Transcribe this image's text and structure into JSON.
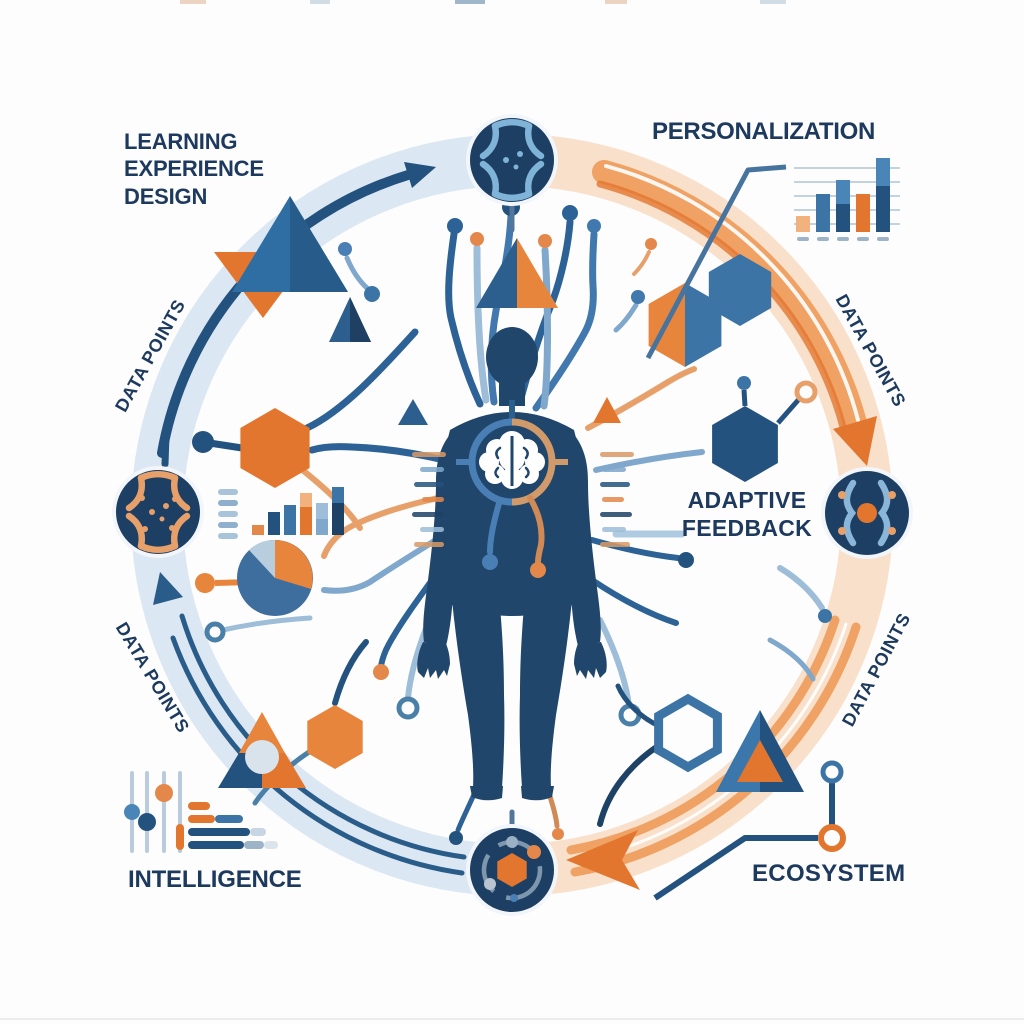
{
  "title": "Learning Experience Design ecosystem infographic",
  "labels": {
    "learning_experience_design": "LEARNING\nEXPERIENCE\nDESIGN",
    "personalization": "PERSONALIZATION",
    "adaptive_feedback": "ADAPTIVE\nFEEDBACK",
    "intelligence": "INTELLIGENCE",
    "ecosystem": "ECOSYSTEM",
    "data_points_top_left": "DATA POINTS",
    "data_points_top_right": "DATA POINTS",
    "data_points_bottom_left": "DATA POINTS",
    "data_points_bottom_right": "DATA POINTS"
  },
  "hub": {
    "figure": "human-silhouette",
    "organ": "brain",
    "flow_direction": "clockwise"
  },
  "cycle_nodes": [
    {
      "position": "top",
      "icon": "synapse-icon",
      "accent": "#7fb3d8"
    },
    {
      "position": "right",
      "icon": "neuron-burst-icon",
      "accent": "#e3762f"
    },
    {
      "position": "bottom",
      "icon": "hexagon-orbit-icon",
      "accent": "#e3762f"
    },
    {
      "position": "left",
      "icon": "synapse-icon",
      "accent": "#e8a06a"
    }
  ],
  "decorations": [
    {
      "name": "bar-chart-icon",
      "location": "top-right"
    },
    {
      "name": "bar-chart-icon",
      "location": "mid-left"
    },
    {
      "name": "list-lines-icon",
      "location": "mid-left"
    },
    {
      "name": "pie-chart-icon",
      "location": "mid-left"
    },
    {
      "name": "sliders-icon",
      "location": "bottom-left"
    },
    {
      "name": "progress-bars-icon",
      "location": "bottom-left"
    },
    {
      "name": "circuit-trace-icon",
      "location": "bottom-right"
    },
    {
      "name": "triangle-shapes",
      "location": "top-left, top-center, bottom-left, bottom-right"
    },
    {
      "name": "hexagon-shapes",
      "location": "mid-left, mid-right, bottom-center"
    },
    {
      "name": "branching-dendrites",
      "location": "around-figure"
    }
  ],
  "colors": {
    "navy": "#21466b",
    "dark_navy": "#1d3f63",
    "blue": "#3c74a6",
    "light_blue": "#9dbdd8",
    "pale_blue": "#dbe7f2",
    "orange": "#e3762f",
    "light_orange": "#f0a164",
    "pale_orange": "#f9e0cb",
    "text": "#1d3a5e",
    "background": "#fdfdfd"
  }
}
